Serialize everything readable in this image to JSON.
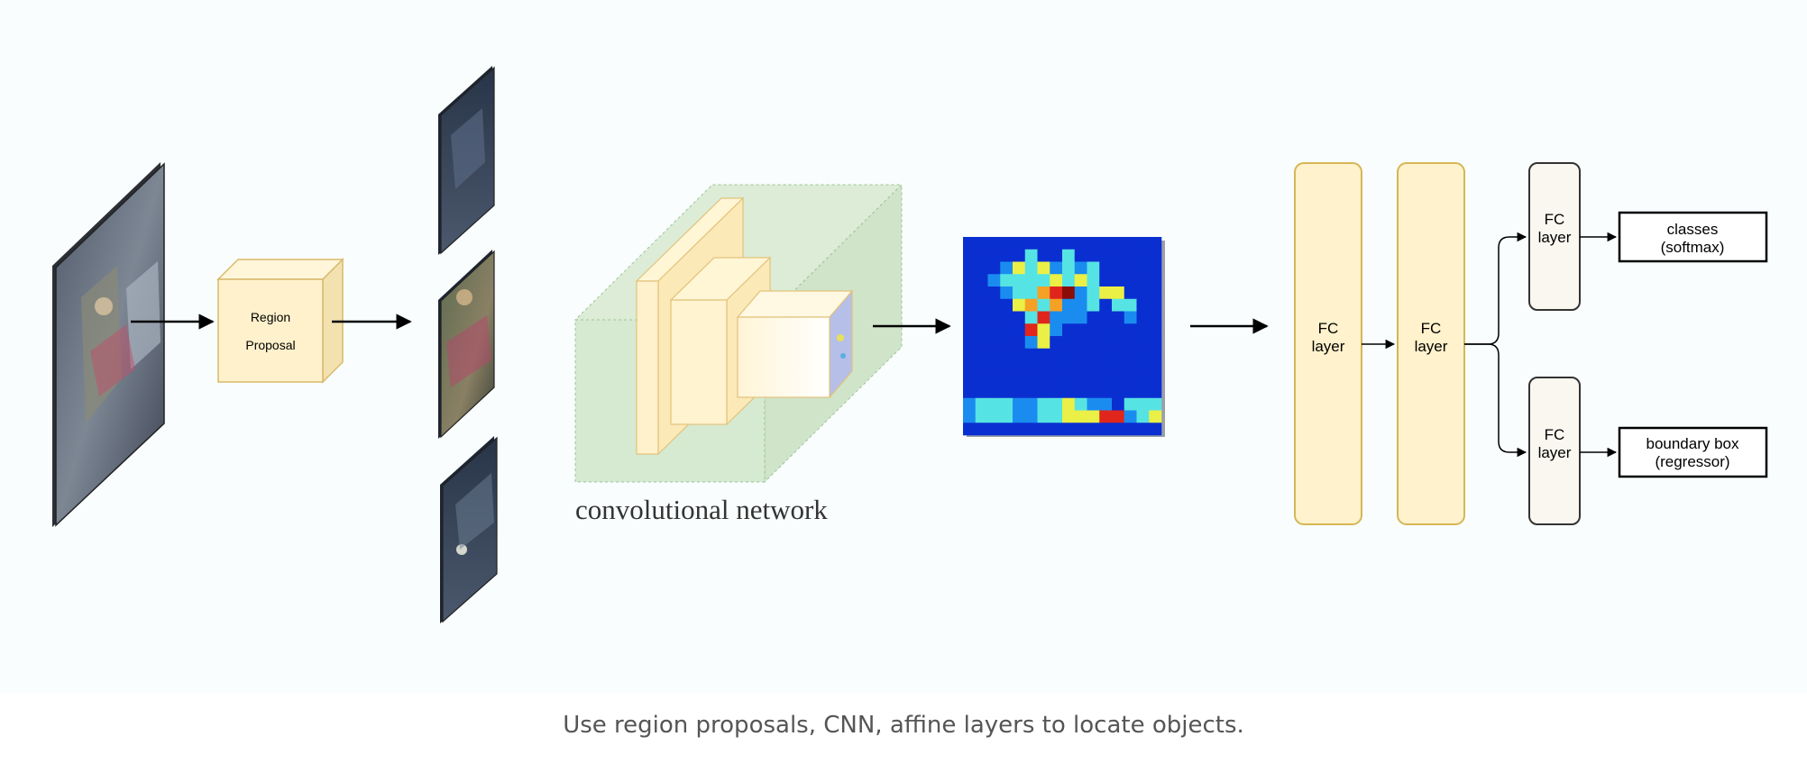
{
  "diagram": {
    "region_proposal": {
      "line1": "Region",
      "line2": "Proposal"
    },
    "cnn_label": "convolutional network",
    "fc_layers": [
      {
        "line1": "FC",
        "line2": "layer"
      },
      {
        "line1": "FC",
        "line2": "layer"
      },
      {
        "line1": "FC",
        "line2": "layer"
      },
      {
        "line1": "FC",
        "line2": "layer"
      }
    ],
    "outputs": {
      "classes": {
        "line1": "classes",
        "line2": "(softmax)"
      },
      "bbox": {
        "line1": "boundary box",
        "line2": "(regressor)"
      }
    },
    "heatmap": {
      "rows": [
        "0000000000000000",
        "0000020020000000",
        "0001323121200000",
        "0012222323200000",
        "0001224561233000",
        "0000342411202200",
        "0000025111000100",
        "0000053100000000",
        "0000013000000000",
        "0000000000000000",
        "0000000000000000",
        "0000000000000000",
        "0000000000000000",
        "1222112232110222",
        "1222112233355123",
        "0000000000000000"
      ],
      "palette": [
        "#0a2fd0",
        "#1a8cf0",
        "#56e3e3",
        "#eaf045",
        "#f4a125",
        "#e0261c",
        "#8b0d08"
      ]
    },
    "colors": {
      "box_fill": "#fff1cc",
      "box_stroke": "#d9b96b",
      "cnn_fill": "#d6e9d1",
      "fc_fill": "#fff2cc",
      "fc_stroke": "#d6b656",
      "small_fc_fill": "#f9f7ef"
    }
  },
  "caption": "Use region proposals, CNN, affine layers to locate objects."
}
